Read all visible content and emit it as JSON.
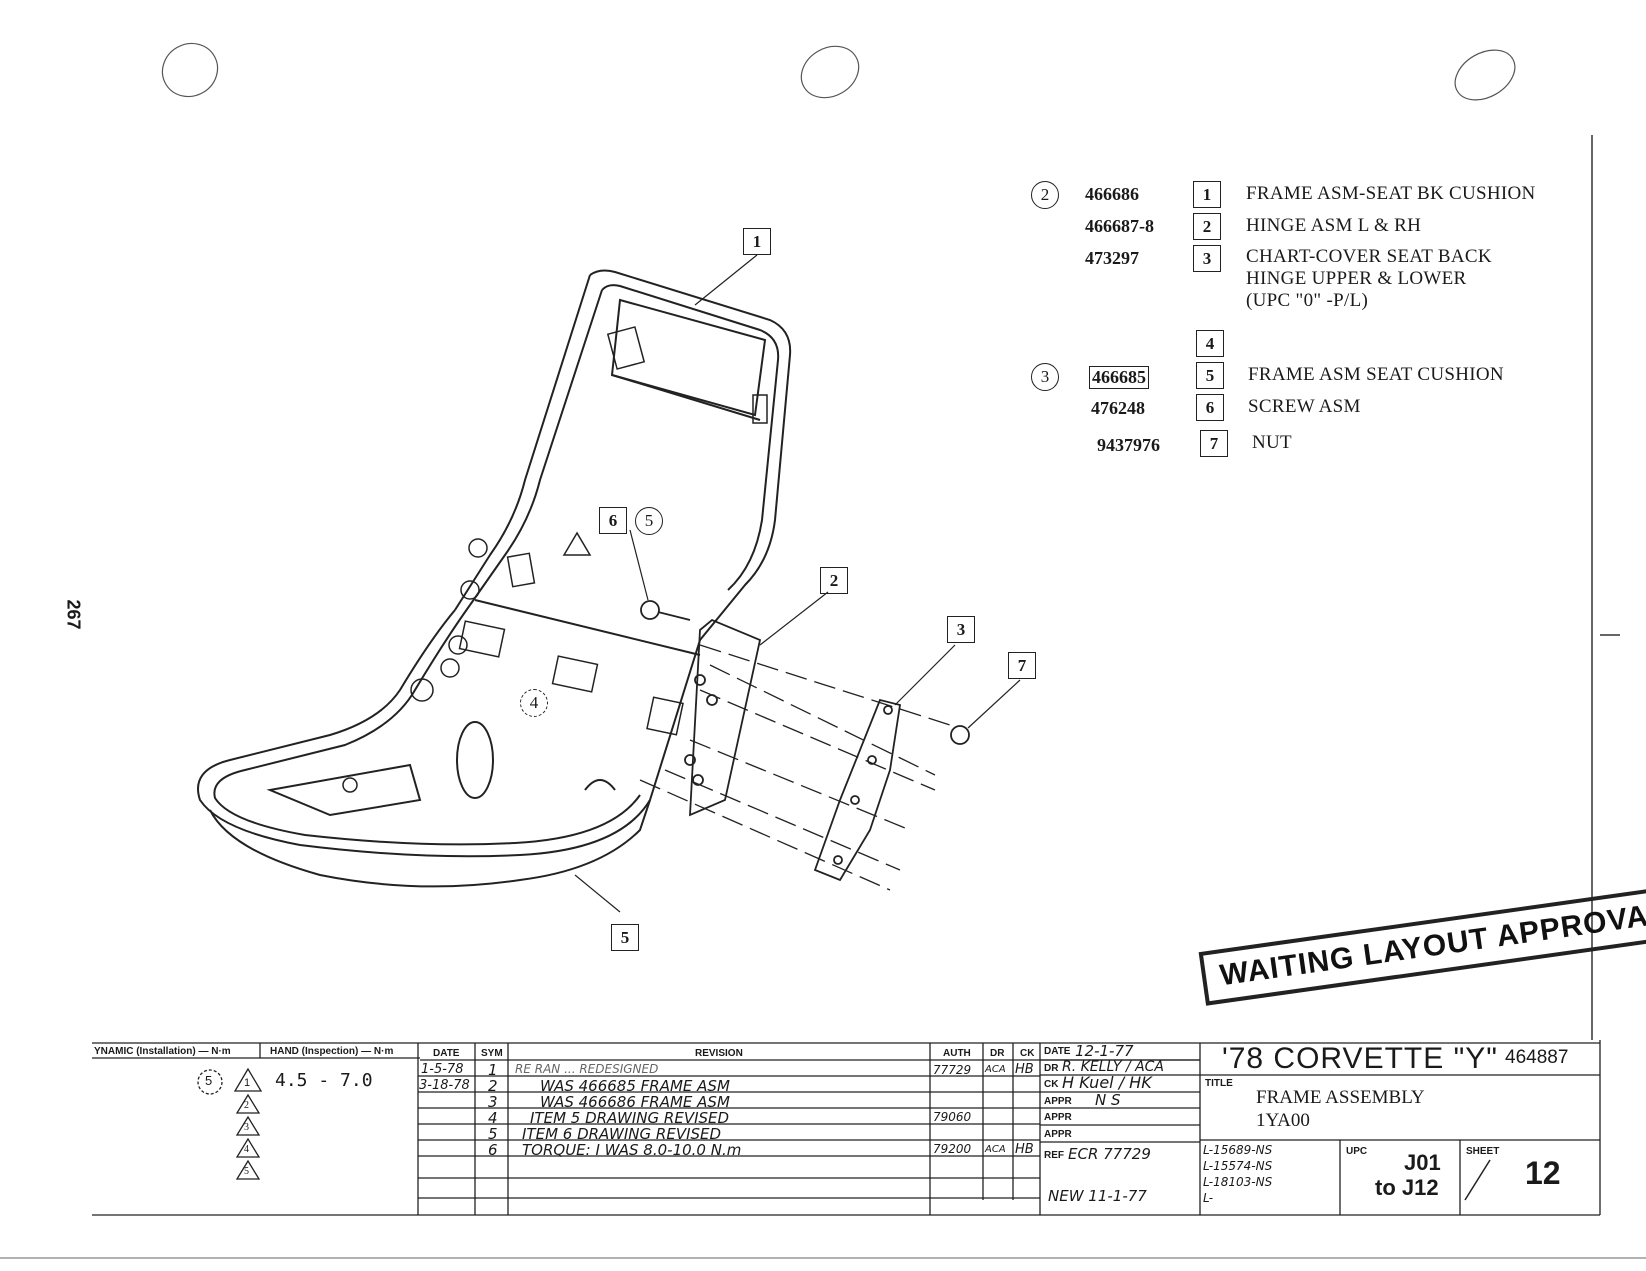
{
  "page_number": "267",
  "parts_list": {
    "groups": [
      {
        "circle": "2",
        "items": [
          {
            "part_no": "466686",
            "item": "1",
            "desc": "FRAME ASM-SEAT BK CUSHION"
          },
          {
            "part_no": "466687-8",
            "item": "2",
            "desc": "HINGE ASM  L & RH"
          },
          {
            "part_no": "473297",
            "item": "3",
            "desc": "CHART-COVER SEAT BACK",
            "desc2": "HINGE UPPER & LOWER",
            "desc3": "(UPC \"0\" -P/L)"
          },
          {
            "part_no": "",
            "item": "4",
            "desc": ""
          }
        ]
      },
      {
        "circle": "3",
        "items": [
          {
            "part_no": "466685",
            "item": "5",
            "desc": "FRAME ASM SEAT CUSHION"
          },
          {
            "part_no": "476248",
            "item": "6",
            "desc": "SCREW ASM"
          },
          {
            "part_no": "9437976",
            "item": "7",
            "desc": "NUT"
          }
        ]
      }
    ]
  },
  "callouts": {
    "c1": "1",
    "c2": "2",
    "c3": "3",
    "c4": "4",
    "c5": "5",
    "c6": "6",
    "c6_circle": "5",
    "c7": "7"
  },
  "stamp": "WAITING LAYOUT APPROVAL",
  "torque": {
    "header_dynamic": "YNAMIC (Installation) — N·m",
    "header_hand": "HAND (Inspection) — N·m",
    "circle": "5",
    "triangle": "1",
    "value": "4.5 - 7.0",
    "triangles": [
      "2",
      "3",
      "4",
      "5"
    ]
  },
  "revision": {
    "headers": {
      "date": "DATE",
      "sym": "SYM",
      "revision": "REVISION",
      "auth": "AUTH",
      "dr": "DR",
      "ck": "CK"
    },
    "rows": [
      {
        "date": "1-5-78",
        "sym": "1",
        "text": "RE RAN ...  REDESIGNED",
        "auth": "77729",
        "dr": "ACA",
        "ck": "HB"
      },
      {
        "date": "3-18-78",
        "sym": "2",
        "text": "WAS  466685  FRAME ASM",
        "auth": "",
        "dr": "",
        "ck": ""
      },
      {
        "date": "",
        "sym": "3",
        "text": "WAS  466686  FRAME ASM",
        "auth": "",
        "dr": "",
        "ck": ""
      },
      {
        "date": "",
        "sym": "4",
        "text": "ITEM 5 DRAWING REVISED",
        "auth": "79060",
        "dr": "",
        "ck": ""
      },
      {
        "date": "",
        "sym": "5",
        "text": "ITEM 6 DRAWING REVISED",
        "auth": "",
        "dr": "",
        "ck": ""
      },
      {
        "date": "",
        "sym": "6",
        "text": "TORQUE: I WAS 8.0-10.0 N.m",
        "auth": "79200",
        "dr": "ACA",
        "ck": "HB"
      }
    ]
  },
  "approvals": {
    "date_label": "DATE",
    "date_value": "12-1-77",
    "dr_label": "DR",
    "dr_value": "R. KELLY / ACA",
    "ck_label": "CK",
    "ck_value": "H Kuel / HK",
    "appr1_label": "APPR",
    "appr1_value": "N S",
    "appr2_label": "APPR",
    "appr3_label": "APPR",
    "ref_label": "REF",
    "ref_value": "ECR 77729",
    "new_value": "NEW  11-1-77"
  },
  "title_block": {
    "model": "'78 CORVETTE \"Y\"",
    "drawing_no": "464887",
    "title_label": "TITLE",
    "title_line1": "FRAME ASSEMBLY",
    "title_line2": "1YA00",
    "l_codes": [
      "L-15689-NS",
      "L-15574-NS",
      "L-18103-NS",
      "L-"
    ],
    "upc_label": "UPC",
    "upc_line1": "J01",
    "upc_line2": "to J12",
    "sheet_label": "SHEET",
    "sheet_value": "12"
  }
}
